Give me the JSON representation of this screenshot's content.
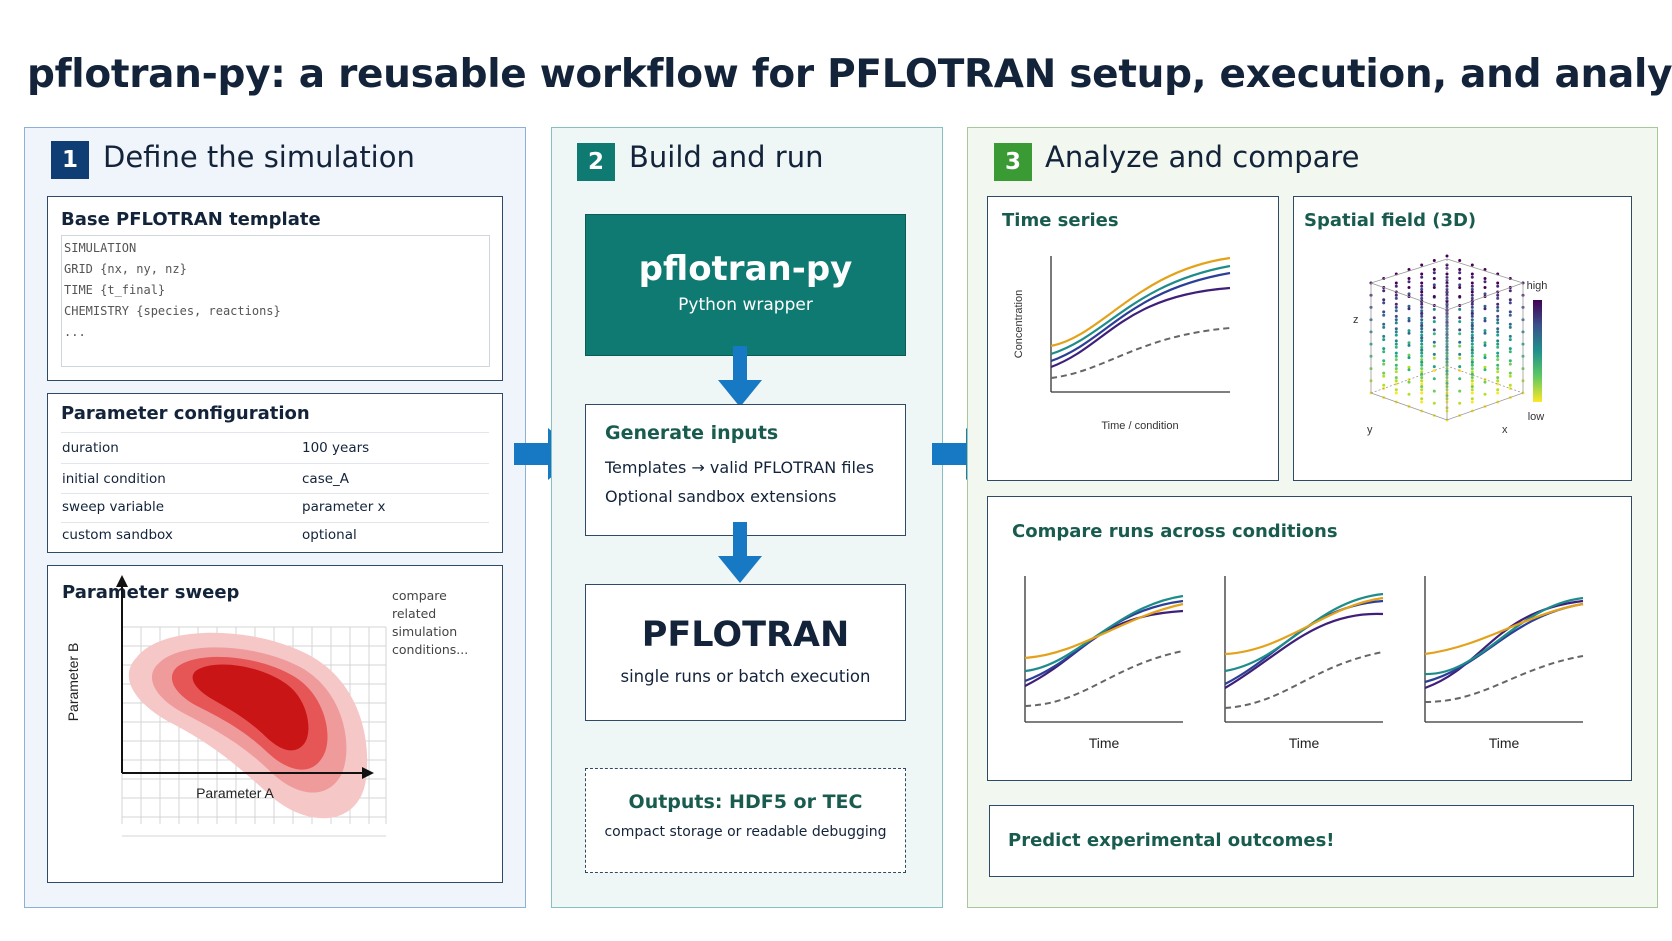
{
  "title": "pflotran-py: a reusable workflow for PFLOTRAN setup, execution, and analysis",
  "colors": {
    "step1": "#0f3e74",
    "step2": "#0f7a72",
    "step3": "#3a9a34",
    "arrow": "#1778c4",
    "heading_teal": "#195c4f"
  },
  "step1": {
    "number": "1",
    "title": "Define the simulation",
    "template": {
      "title": "Base PFLOTRAN template",
      "lines": [
        "SIMULATION",
        "GRID {nx, ny, nz}",
        "TIME {t_final}",
        "CHEMISTRY {species, reactions}",
        "..."
      ]
    },
    "params": {
      "title": "Parameter configuration",
      "rows": [
        {
          "key": "duration",
          "value": "100 years"
        },
        {
          "key": "initial condition",
          "value": "case_A"
        },
        {
          "key": "sweep variable",
          "value": "parameter x"
        },
        {
          "key": "custom sandbox",
          "value": "optional"
        }
      ]
    },
    "sweep": {
      "title": "Parameter sweep",
      "xlabel": "Parameter A",
      "ylabel": "Parameter B",
      "note": [
        "compare",
        "related",
        "simulation",
        "conditions..."
      ]
    }
  },
  "step2": {
    "number": "2",
    "title": "Build and run",
    "wrapper": {
      "name": "pflotran-py",
      "subtitle": "Python wrapper"
    },
    "generate": {
      "title": "Generate inputs",
      "line1": "Templates → valid PFLOTRAN files",
      "line2": "Optional sandbox extensions"
    },
    "engine": {
      "name": "PFLOTRAN",
      "subtitle": "single runs or batch execution"
    },
    "outputs": {
      "title": "Outputs: HDF5 or TEC",
      "subtitle": "compact storage or readable debugging"
    }
  },
  "step3": {
    "number": "3",
    "title": "Analyze and compare",
    "timeseries": {
      "title": "Time series",
      "xlabel": "Time / condition",
      "ylabel": "Concentration"
    },
    "spatial": {
      "title": "Spatial field (3D)",
      "z": "z",
      "y": "y",
      "x": "x",
      "high": "high",
      "low": "low"
    },
    "compare": {
      "title": "Compare runs across conditions",
      "xlabels": [
        "Time",
        "Time",
        "Time"
      ]
    },
    "predict": "Predict experimental outcomes!"
  }
}
